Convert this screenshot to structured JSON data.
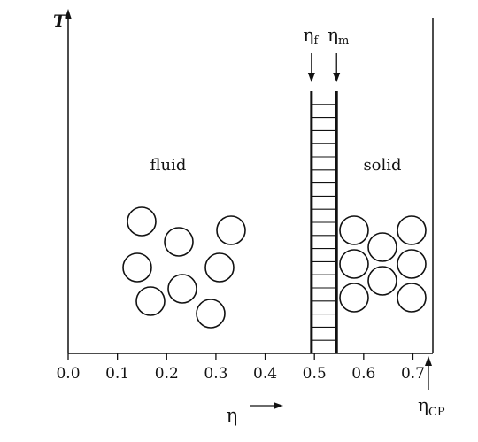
{
  "axes": {
    "y_label": "T",
    "x_label": "η",
    "x_ticks": [
      "0.0",
      "0.1",
      "0.2",
      "0.3",
      "0.4",
      "0.5",
      "0.6",
      "0.7"
    ],
    "x_min": 0.0,
    "x_max": 0.7405
  },
  "regions": {
    "fluid_label": "fluid",
    "solid_label": "solid"
  },
  "markers": {
    "eta_f": {
      "symbol": "η",
      "sub": "f",
      "value": 0.494
    },
    "eta_m": {
      "symbol": "η",
      "sub": "m",
      "value": 0.545
    },
    "eta_cp": {
      "symbol": "η",
      "sub": "CP",
      "value": 0.7405
    }
  },
  "coexistence_rungs": 20
}
